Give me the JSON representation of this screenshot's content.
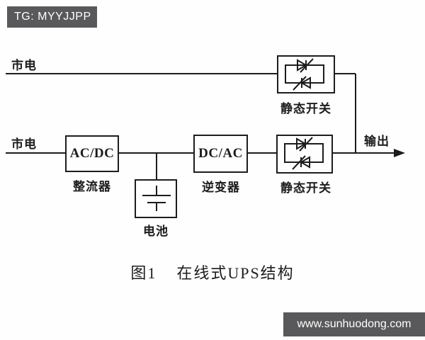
{
  "tag": {
    "label": "TG: MYYJJPP",
    "bg": "#59595b",
    "text_color": "#ffffff"
  },
  "watermark": {
    "label": "www.sunhuodong.com",
    "bg": "#59595b",
    "text_color": "#ffffff"
  },
  "colors": {
    "line": "#1c1c1c",
    "background": "#fefefe"
  },
  "diagram": {
    "top_feed": {
      "mains_label": "市电"
    },
    "bottom_feed": {
      "mains_label": "市电"
    },
    "rectifier": {
      "box_label": "AC/DC",
      "caption": "整流器"
    },
    "inverter": {
      "box_label": "DC/AC",
      "caption": "逆变器"
    },
    "static_switch_top": {
      "caption": "静态开关"
    },
    "static_switch_bottom": {
      "caption": "静态开关"
    },
    "battery": {
      "caption": "电池"
    },
    "output_label": "输出"
  },
  "icons": {
    "static_switch_symbol": "anti-parallel-thyristor-pair",
    "battery_symbol": "battery-cell-plates",
    "output_arrow": "right-arrowhead"
  },
  "figure_caption": {
    "number": "图1",
    "title": "在线式UPS结构"
  }
}
